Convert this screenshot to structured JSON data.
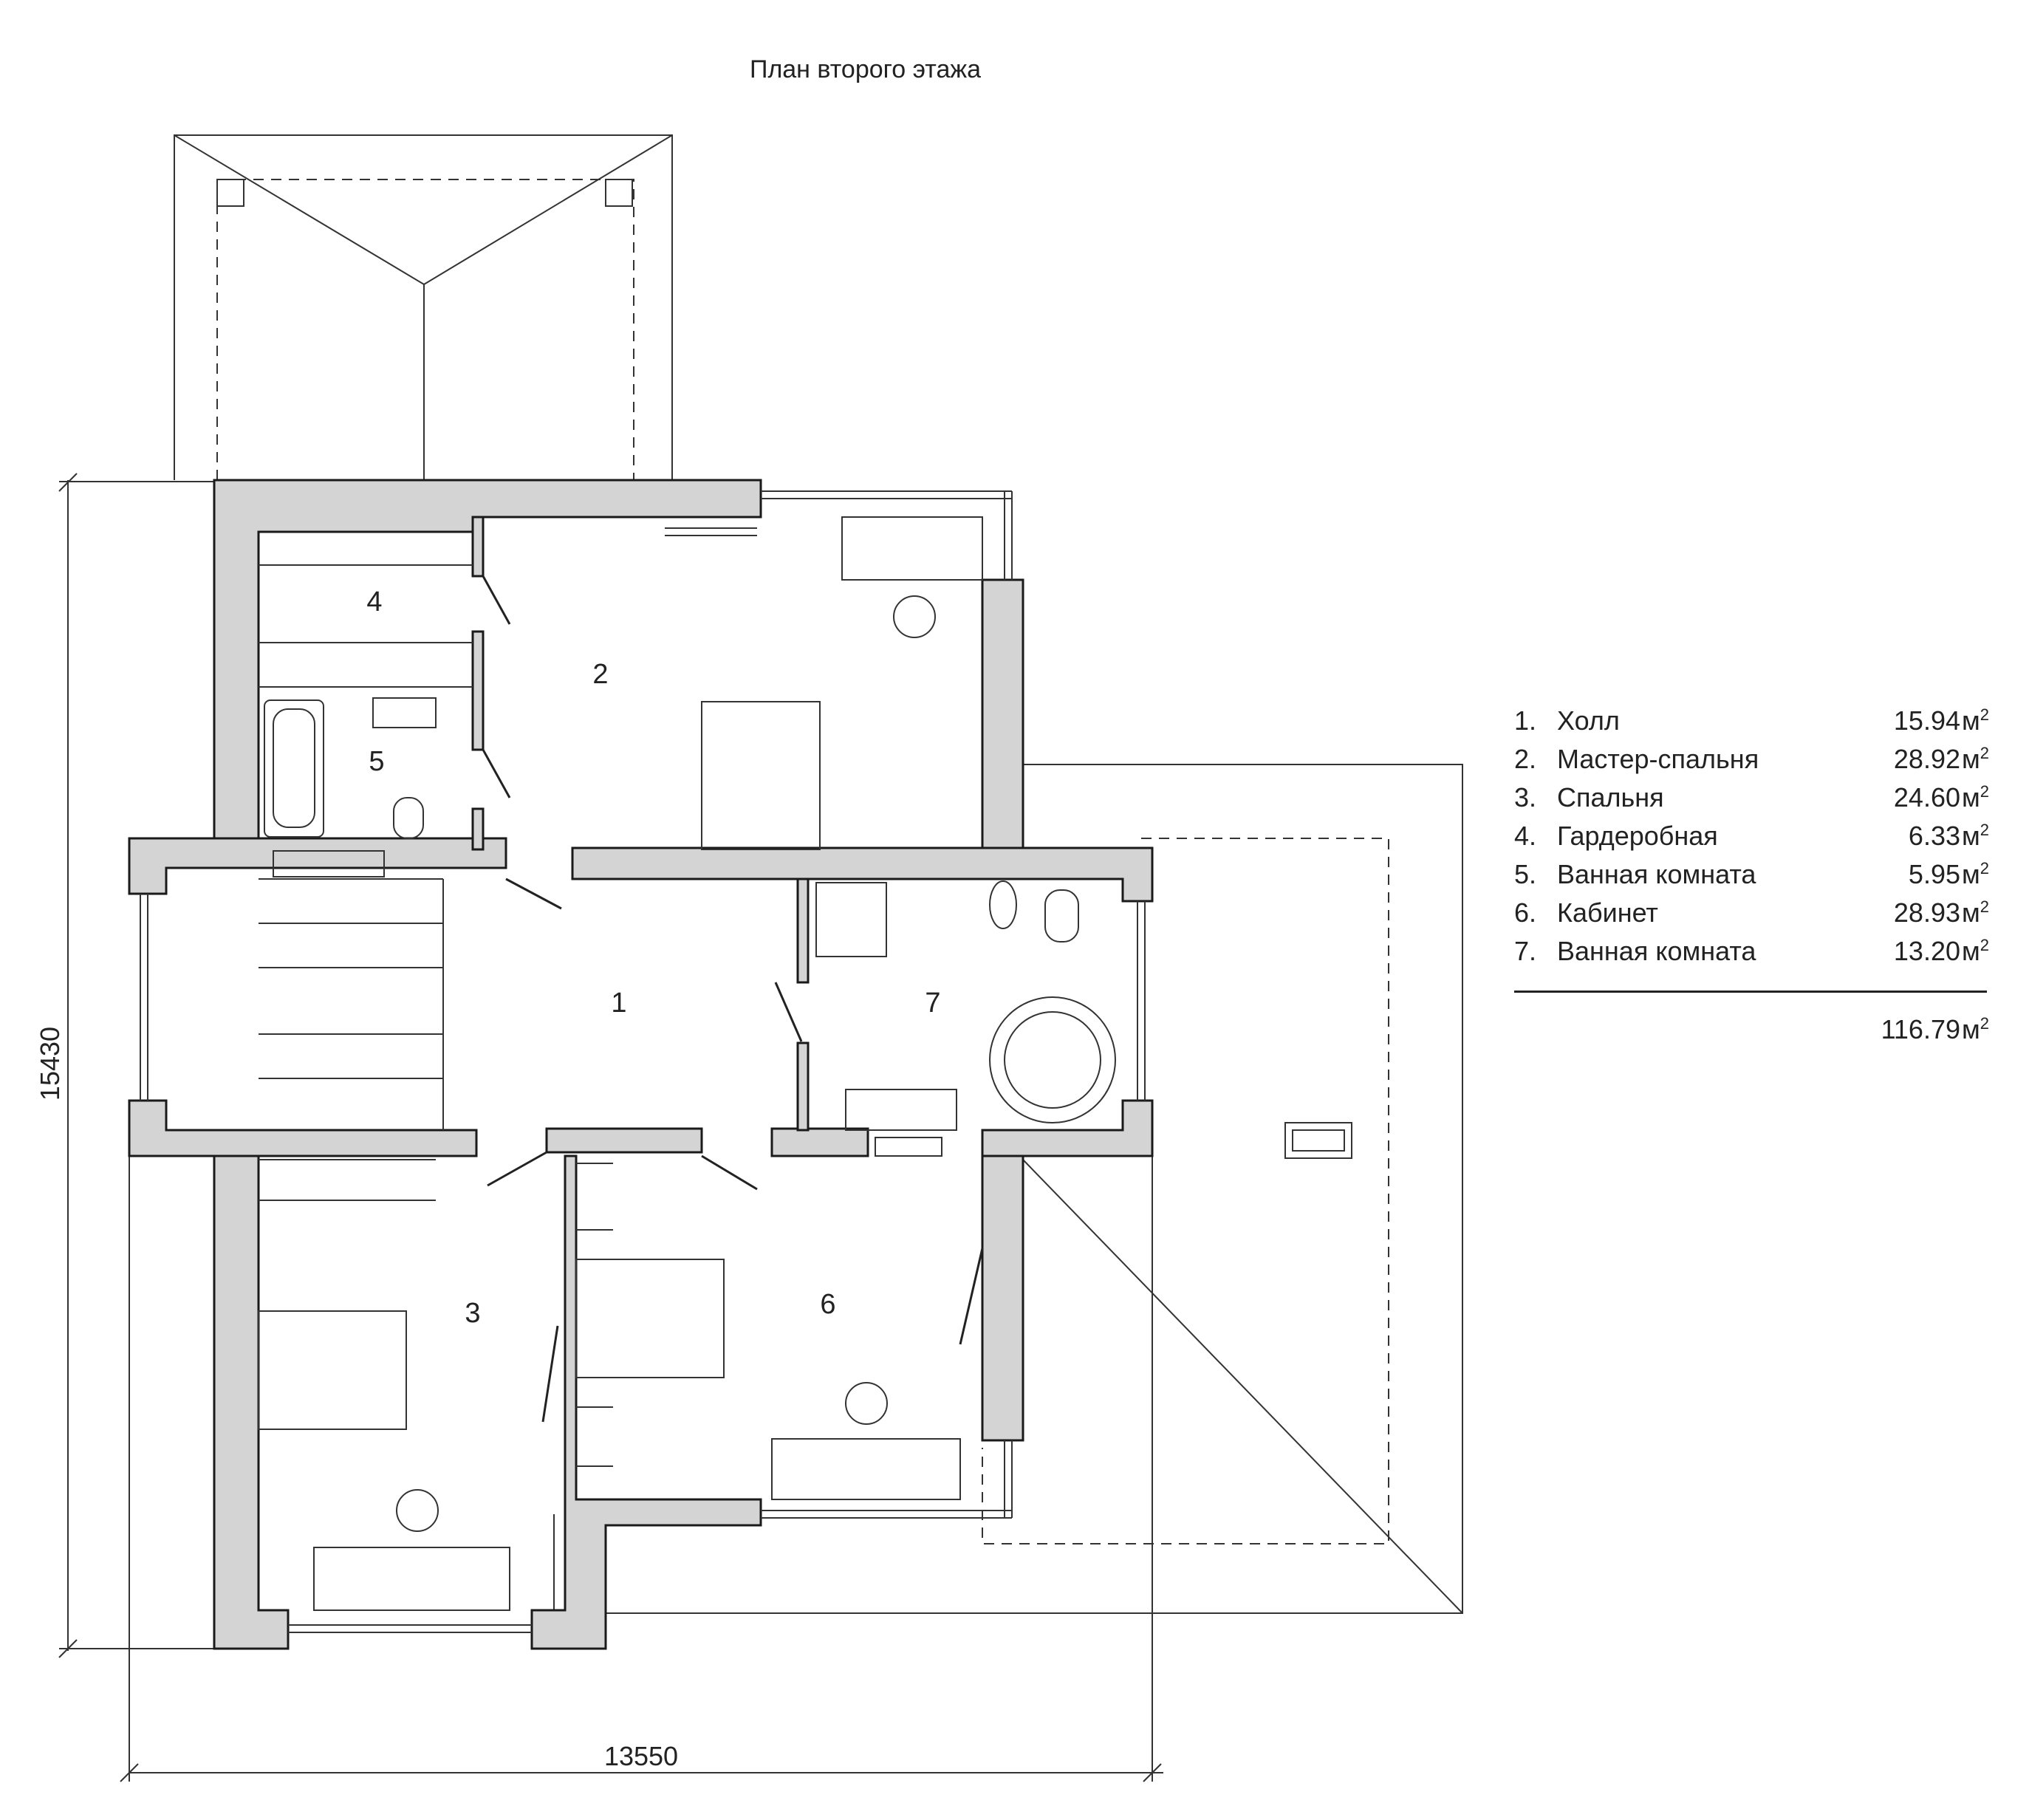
{
  "title": "План второго этажа",
  "rooms": [
    {
      "num": "1",
      "label": "1",
      "name": "Холл",
      "area": "15.94",
      "unit": "м",
      "unit_sup": "2"
    },
    {
      "num": "2",
      "label": "2",
      "name": "Мастер-спальня",
      "area": "28.92",
      "unit": "м",
      "unit_sup": "2"
    },
    {
      "num": "3",
      "label": "3",
      "name": "Спальня",
      "area": "24.60",
      "unit": "м",
      "unit_sup": "2"
    },
    {
      "num": "4",
      "label": "4",
      "name": "Гардеробная",
      "area": "6.33",
      "unit": "м",
      "unit_sup": "2"
    },
    {
      "num": "5",
      "label": "5",
      "name": "Ванная комната",
      "area": "5.95",
      "unit": "м",
      "unit_sup": "2"
    },
    {
      "num": "6",
      "label": "6",
      "name": "Кабинет",
      "area": "28.93",
      "unit": "м",
      "unit_sup": "2"
    },
    {
      "num": "7",
      "label": "7",
      "name": "Ванная комната",
      "area": "13.20",
      "unit": "м",
      "unit_sup": "2"
    }
  ],
  "legend_numbers": [
    "1.",
    "2.",
    "3.",
    "4.",
    "5.",
    "6.",
    "7."
  ],
  "total": {
    "area": "116.79",
    "unit": "м",
    "unit_sup": "2"
  },
  "dimensions": {
    "width": "13550",
    "height": "15430"
  },
  "colors": {
    "wall_fill": "#d4d4d4",
    "wall_stroke": "#1a1a1a",
    "line": "#222222"
  }
}
